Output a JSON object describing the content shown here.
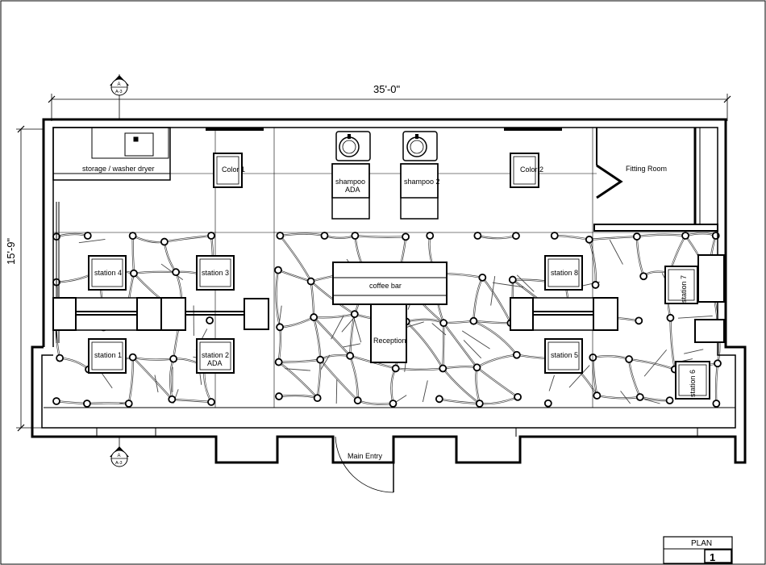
{
  "drawing": {
    "width_dimension": "35'-0\"",
    "height_dimension": "15'-9\"",
    "section_marker": {
      "letter": "A",
      "sheet": "A-3"
    }
  },
  "labels": {
    "storage": "storage / washer dryer",
    "color1": "Color 1",
    "shampoo_ada_line1": "shampoo",
    "shampoo_ada_line2": "ADA",
    "shampoo2": "shampoo 2",
    "color2": "Color 2",
    "fitting_room": "Fitting Room",
    "station1": "station 1",
    "station2_line1": "station 2",
    "station2_line2": "ADA",
    "station3": "station 3",
    "station4": "station 4",
    "station5": "station 5",
    "station6": "station 6",
    "station7": "station 7",
    "station8": "station 8",
    "coffee_bar": "coffee bar",
    "reception": "Reception",
    "main_entry": "Main Entry"
  },
  "title_block": {
    "label": "PLAN",
    "number": "1"
  },
  "colors": {
    "ink": "#000000",
    "light": "#555555",
    "paper": "#ffffff"
  }
}
